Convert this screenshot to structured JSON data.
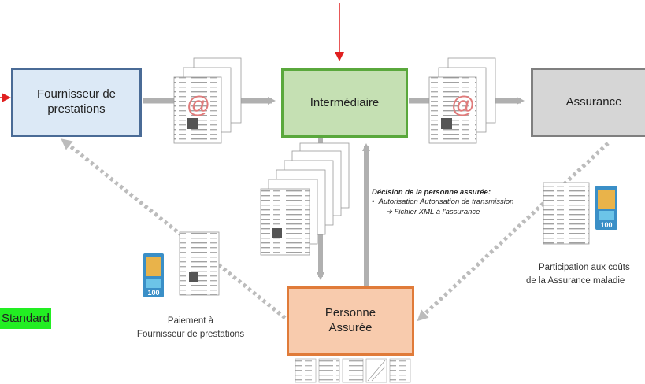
{
  "nodes": {
    "fournisseur": "Fournisseur de\nprestations",
    "intermediaire": "Intermédiaire",
    "assurance": "Assurance",
    "personne": "Personne\nAssurée"
  },
  "decision": {
    "title": "Décision de la personne assurée:",
    "bullet_1": "Autorisation Autorisation de transmission",
    "bullet_2": "Fichier XML à l'assurance"
  },
  "captions": {
    "paiement_1": "Paiement à",
    "paiement_2": "Fournisseur de prestations",
    "participation_1": "Participation aux coûts",
    "participation_2": "de la Assurance maladie"
  },
  "badges": {
    "standard": "Standard",
    "email_symbol": "@",
    "banknote_value": "100"
  },
  "colors": {
    "blue_fill": "#dce9f6",
    "blue_border": "#4a6b96",
    "green_fill": "#c5e0b3",
    "green_border": "#5aa83c",
    "grey_fill": "#d6d6d6",
    "grey_border": "#7f7f7f",
    "orange_fill": "#f8cbad",
    "orange_border": "#e07b39",
    "arrow_solid": "#b0b0b0",
    "arrow_dotted": "#bcbcbc",
    "highlight_arrow": "#e02020",
    "standard_bg": "#22ee22"
  }
}
